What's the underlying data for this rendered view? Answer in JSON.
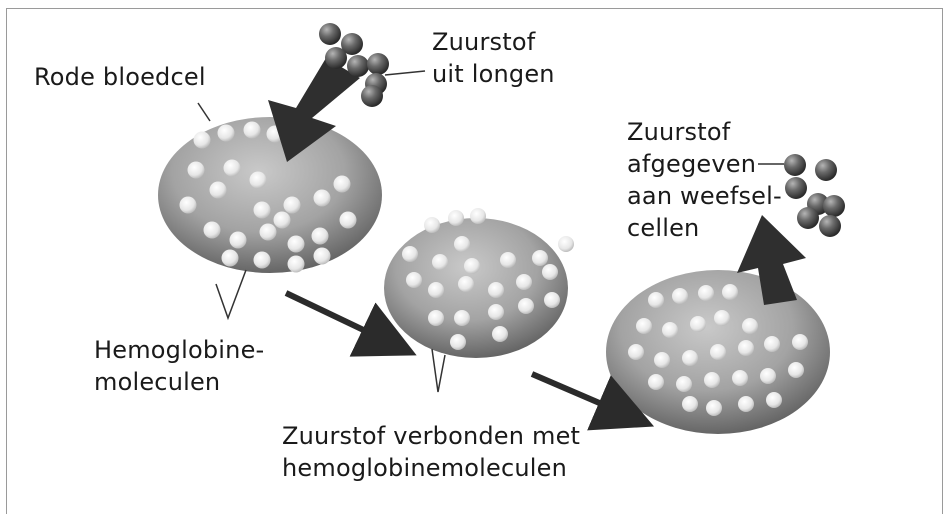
{
  "labels": {
    "rbc": "Rode bloedcel",
    "oxygen_in_line1": "Zuurstof",
    "oxygen_in_line2": "uit longen",
    "released_line1": "Zuurstof",
    "released_line2": "afgegeven",
    "released_line3": "aan weefsel-",
    "released_line4": "cellen",
    "hemoglobin_line1": "Hemoglobine-",
    "hemoglobin_line2": "moleculen",
    "bound_line1": "Zuurstof verbonden met",
    "bound_line2": "hemoglobinemoleculen"
  },
  "colors": {
    "cell_light": "#bdbdbd",
    "cell_dark": "#5e5e5e",
    "arrow": "#2b2b2b",
    "dot_light": "#f4f4f4",
    "molecule_dark": "#3f3f3f"
  }
}
